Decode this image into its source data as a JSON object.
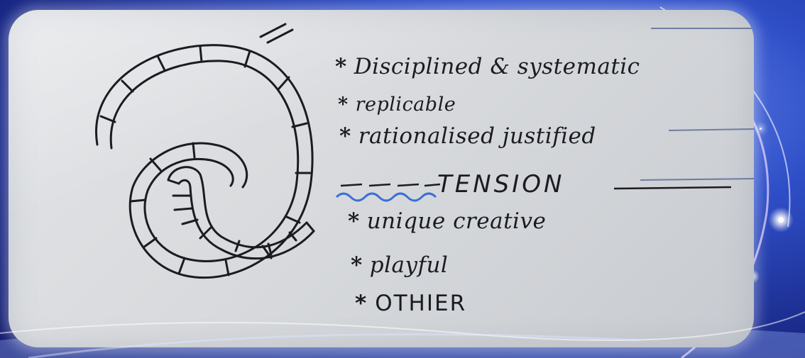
{
  "whiteboard": {
    "bullet_marker": "*",
    "items_top": [
      "Disciplined & systematic",
      "replicable",
      "rationalised justified"
    ],
    "divider_word": "TENSION",
    "items_bottom": [
      "unique creative",
      "playful",
      "OTHIER"
    ]
  },
  "colors": {
    "background": "#2f4fc8",
    "board": "#d8dadd",
    "ink": "#1b1b22",
    "wavy_accent": "#3b6fd6"
  },
  "icons": [
    "spiral-drawing-icon"
  ]
}
